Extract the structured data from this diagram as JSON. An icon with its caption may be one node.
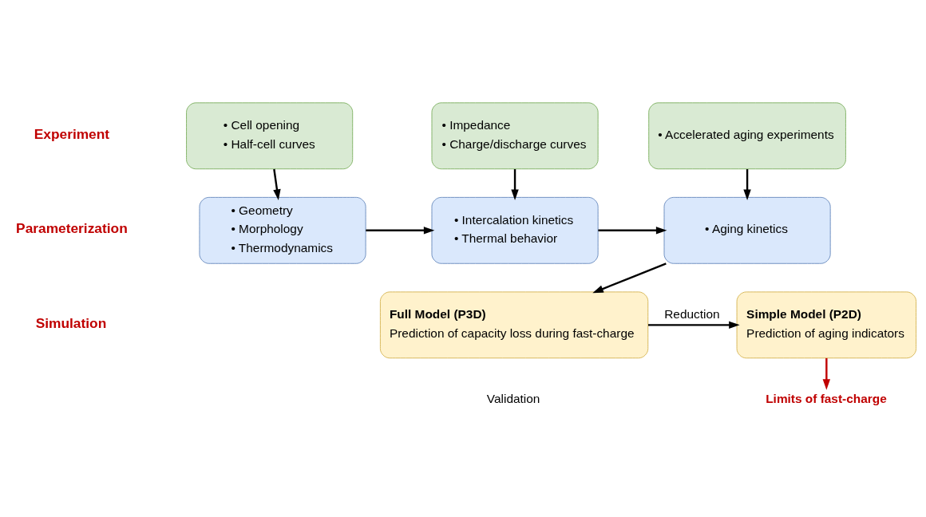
{
  "diagram": {
    "nodes": [
      {
        "text": [
          "• Cell opening",
          "• Half-cell curves"
        ]
      },
      {
        "text": [
          "• Impedance",
          "• Charge/discharge curves"
        ]
      },
      {
        "text": [
          "• Accelerated aging experiments"
        ]
      },
      {
        "text": [
          "• Geometry",
          "• Morphology",
          "• Thermodynamics"
        ]
      },
      {
        "text": [
          "• Intercalation kinetics",
          "• Thermal behavior"
        ]
      },
      {
        "text": [
          "• Aging kinetics"
        ]
      },
      {
        "text": [
          "Simple Model (P2D)",
          "Prediction of aging indicators"
        ]
      },
      {
        "text": [
          "Full Model (P3D)",
          "Prediction of capacity loss during fast-charge"
        ]
      },
      {
        "text": [
          "Limits of fast-charge"
        ]
      }
    ],
    "edges": [
      {
        "from": 0,
        "to": 3,
        "arrow": "to"
      },
      {
        "from": 1,
        "to": 4,
        "arrow": "to"
      },
      {
        "from": 2,
        "to": 5,
        "arrow": "to"
      },
      {
        "from": 3,
        "to": 4,
        "arrow": "to"
      },
      {
        "from": 4,
        "to": 5,
        "arrow": "to"
      },
      {
        "from": 5,
        "to": 7,
        "arrow": "to"
      },
      {
        "from": 7,
        "to": 6,
        "arrow": "to",
        "label": "Reduction"
      },
      {
        "from": 6,
        "to": 8,
        "arrow": "to",
        "color": "#c00000"
      }
    ],
    "labels": [
      "Experiment",
      "Parameterization",
      "Simulation",
      "Validation"
    ]
  }
}
